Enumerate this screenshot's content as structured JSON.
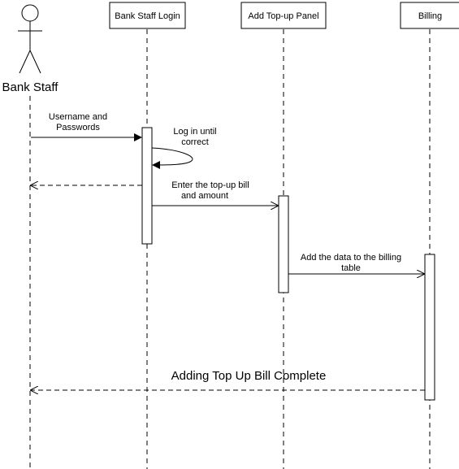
{
  "actor": {
    "label": "Bank Staff"
  },
  "participants": [
    {
      "id": "login",
      "label": "Bank Staff Login"
    },
    {
      "id": "topup",
      "label": "Add Top-up Panel"
    },
    {
      "id": "billing",
      "label": "Billing"
    }
  ],
  "messages": [
    {
      "id": "username",
      "lines": [
        "Username and",
        "Passwords"
      ],
      "style": "solid"
    },
    {
      "id": "login-loop",
      "lines": [
        "Log in until",
        "correct"
      ],
      "style": "self"
    },
    {
      "id": "return-login",
      "lines": [],
      "style": "dashed"
    },
    {
      "id": "enter-bill",
      "lines": [
        "Enter the top-up bill",
        "and amount"
      ],
      "style": "solid"
    },
    {
      "id": "add-billing",
      "lines": [
        "Add the data to the billing",
        "table"
      ],
      "style": "solid"
    },
    {
      "id": "complete",
      "lines": [
        "Adding Top Up Bill Complete"
      ],
      "style": "dashed"
    }
  ],
  "colors": {
    "line": "#000000",
    "background": "#ffffff"
  }
}
